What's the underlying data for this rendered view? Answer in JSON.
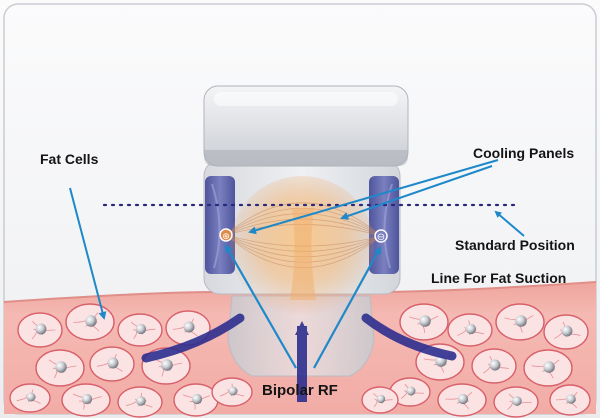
{
  "labels": {
    "fat_cells": "Fat Cells",
    "cooling_panels": "Cooling Panels",
    "standard_position": "Standard Position",
    "fat_suction_line": "Line For Fat Suction",
    "bipolar_rf": "Bipolar RF"
  },
  "electrodes": {
    "left_symbol": "⊕",
    "right_symbol": "⊖"
  },
  "colors": {
    "annotation_arrow": "#1e88c9",
    "suction_arrow": "#2d2f8f",
    "dotted_line": "#2b2a7a",
    "skin": "#f4b3ad",
    "skin_top": "#e9a39c",
    "fat_cell_fill": "#fbe3e3",
    "fat_cell_stroke": "#d8606a",
    "cooling_panel": "#5f64a8",
    "rf_field": "#f2b36a",
    "applicator": "#e4e6e9"
  },
  "icons": {
    "fat_cell": "fat-cell-icon",
    "nucleus": "sphere-nucleus-icon",
    "electrode": "electrode-icon",
    "arrow": "pointer-arrow-icon"
  }
}
